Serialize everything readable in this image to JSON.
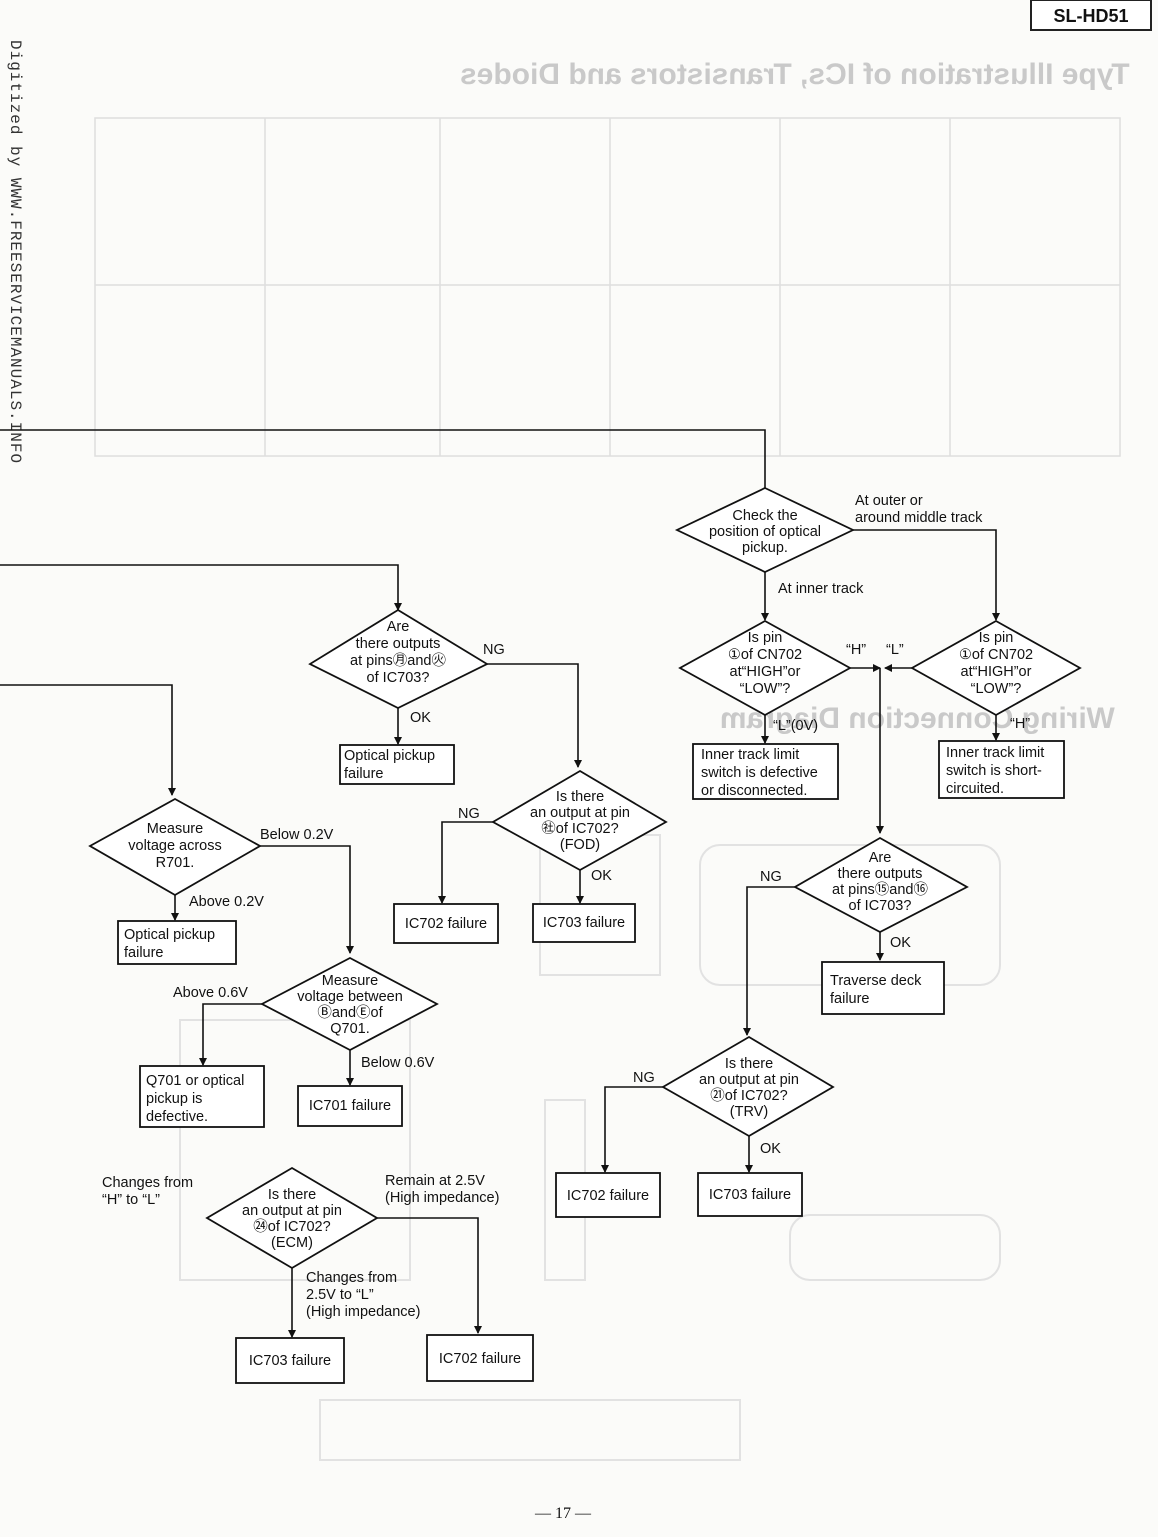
{
  "header": {
    "model": "SL-HD51"
  },
  "watermark": "Digitized by WWW.FREESERVICEMANUALS.INFO",
  "background_bleed": {
    "heading_1": "Type Illustration of ICs, Transistors and Diodes",
    "heading_2": "Wiring Connection Diagram"
  },
  "flowchart": {
    "nodes": {
      "check_position": [
        "Check the",
        "position of optical",
        "pickup."
      ],
      "outer_label": [
        "At outer or",
        "around middle track"
      ],
      "inner_label": "At inner track",
      "pin1_left": [
        "Is pin",
        "①of CN702",
        "at“HIGH”or",
        "“LOW”?"
      ],
      "pin1_right": [
        "Is pin",
        "①of CN702",
        "at“HIGH”or",
        "“LOW”?"
      ],
      "H_label": "“H”",
      "L_label": "“L”",
      "L0V_label": "“L”(0V)",
      "H_label_right": "“H”",
      "inner_defective": [
        "Inner track limit",
        "switch is defective",
        "or disconnected."
      ],
      "inner_short": [
        "Inner track limit",
        "switch is short-",
        "circuited."
      ],
      "outputs_25_26": [
        "Are",
        "there outputs",
        "at pins㊊and㊋",
        "of IC703?"
      ],
      "ng_1": "NG",
      "ok_1": "OK",
      "optical_failure_top": [
        "Optical pickup",
        "failure"
      ],
      "pin28": [
        "Is there",
        "an output at pin",
        "㊓of IC702?",
        "(FOD)"
      ],
      "ng_2": "NG",
      "ok_2": "OK",
      "ic702_fail_a": "IC702 failure",
      "ic703_fail_a": "IC703 failure",
      "outputs_15_16": [
        "Are",
        "there outputs",
        "at pins⑮and⑯",
        "of IC703?"
      ],
      "ng_3": "NG",
      "ok_3": "OK",
      "traverse_fail": [
        "Traverse deck",
        "failure"
      ],
      "measure_r701": [
        "Measure",
        "voltage across",
        "R701."
      ],
      "below_02": "Below 0.2V",
      "above_02": "Above 0.2V",
      "optical_failure_left": [
        "Optical pickup",
        "failure"
      ],
      "measure_q701": [
        "Measure",
        "voltage between",
        "ⒷandⒺof",
        "Q701."
      ],
      "above_06": "Above 0.6V",
      "below_06": "Below 0.6V",
      "q701_defective": [
        "Q701 or optical",
        "pickup is",
        "defective."
      ],
      "ic701_fail": "IC701 failure",
      "pin21": [
        "Is there",
        "an output at pin",
        "㉑of IC702?",
        "(TRV)"
      ],
      "ng_4": "NG",
      "ok_4": "OK",
      "ic702_fail_b": "IC702 failure",
      "ic703_fail_b": "IC703 failure",
      "pin24": [
        "Is there",
        "an output at pin",
        "㉔of IC702?",
        "(ECM)"
      ],
      "changes_hl": [
        "Changes from",
        "“H”  to “L”"
      ],
      "remain_25": [
        "Remain at 2.5V",
        "(High impedance)"
      ],
      "changes_25l": [
        "Changes from",
        "2.5V   to “L”",
        "(High impedance)"
      ],
      "ic703_fail_c": "IC703 failure",
      "ic702_fail_c": "IC702 failure"
    }
  },
  "footer": {
    "page": "— 17 —"
  }
}
